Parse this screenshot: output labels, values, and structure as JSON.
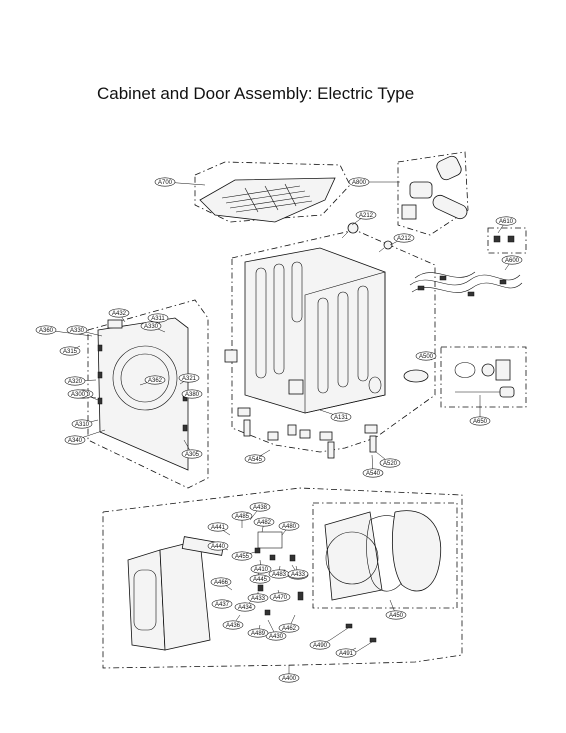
{
  "title": "Cabinet and Door Assembly: Electric Type",
  "callouts": [
    "A700",
    "A800",
    "A212",
    "A212",
    "A610",
    "A600",
    "A432",
    "A311",
    "A330",
    "A360",
    "A330",
    "A315",
    "A320",
    "A310",
    "A362",
    "A321",
    "A300",
    "A380",
    "A310",
    "A340",
    "A305",
    "A500",
    "A131",
    "A545",
    "A540",
    "A520",
    "A650",
    "A438",
    "A485",
    "A482",
    "A480",
    "A441",
    "A440",
    "A455",
    "A410",
    "A483",
    "A435",
    "A445",
    "A466",
    "A433",
    "A434",
    "A437",
    "A470",
    "A430",
    "A436",
    "A462",
    "A489",
    "A433",
    "A450",
    "A490",
    "A491",
    "A400"
  ]
}
